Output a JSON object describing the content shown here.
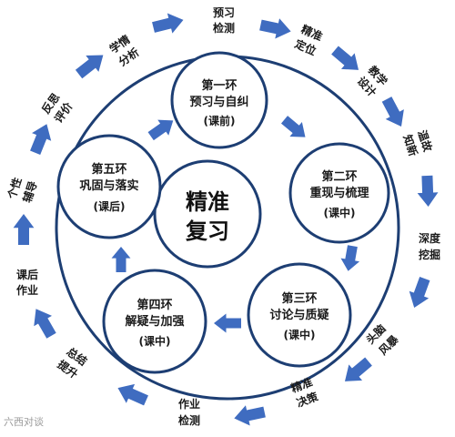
{
  "colors": {
    "ring": "#1d3e73",
    "arrow": "#3f6cc0",
    "arrow_dark": "#2b55a6"
  },
  "center": {
    "line1": "精准",
    "line2": "复习"
  },
  "inner_stages": [
    {
      "name": "第一环",
      "title": "预习与自纠",
      "phase": "(课前)"
    },
    {
      "name": "第二环",
      "title": "重现与梳理",
      "phase": "(课中)"
    },
    {
      "name": "第三环",
      "title": "讨论与质疑",
      "phase": "(课中)"
    },
    {
      "name": "第四环",
      "title": "解疑与加强",
      "phase": "(课中)"
    },
    {
      "name": "第五环",
      "title": "巩固与落实",
      "phase": "(课后)"
    }
  ],
  "outer_steps": [
    {
      "line1": "预习",
      "line2": "检测"
    },
    {
      "line1": "精准",
      "line2": "定位"
    },
    {
      "line1": "教学",
      "line2": "设计"
    },
    {
      "line1": "温故",
      "line2": "知新"
    },
    {
      "line1": "深度",
      "line2": "挖掘"
    },
    {
      "line1": "头脑",
      "line2": "风暴"
    },
    {
      "line1": "精准",
      "line2": "决策"
    },
    {
      "line1": "作业",
      "line2": "检测"
    },
    {
      "line1": "总结",
      "line2": "提升"
    },
    {
      "line1": "课后",
      "line2": "作业"
    },
    {
      "line1": "个性",
      "line2": "辅导"
    },
    {
      "line1": "反思",
      "line2": "评价"
    },
    {
      "line1": "学情",
      "line2": "分析"
    }
  ],
  "watermark": "六西对谈"
}
